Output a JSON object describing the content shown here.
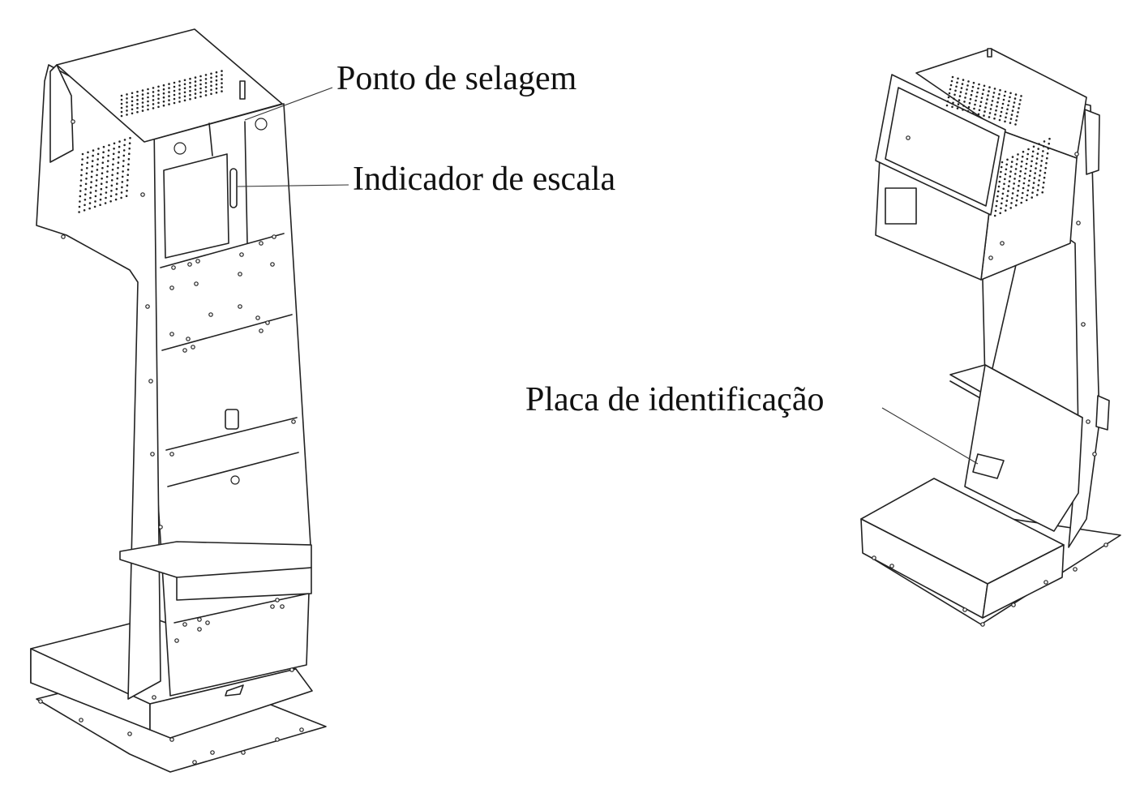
{
  "callouts": {
    "sealing_point": "Ponto de selagem",
    "scale_indicator": "Indicador de escala",
    "identification_plate": "Placa de identificação"
  },
  "colors": {
    "line": "#222222",
    "background": "#ffffff"
  }
}
